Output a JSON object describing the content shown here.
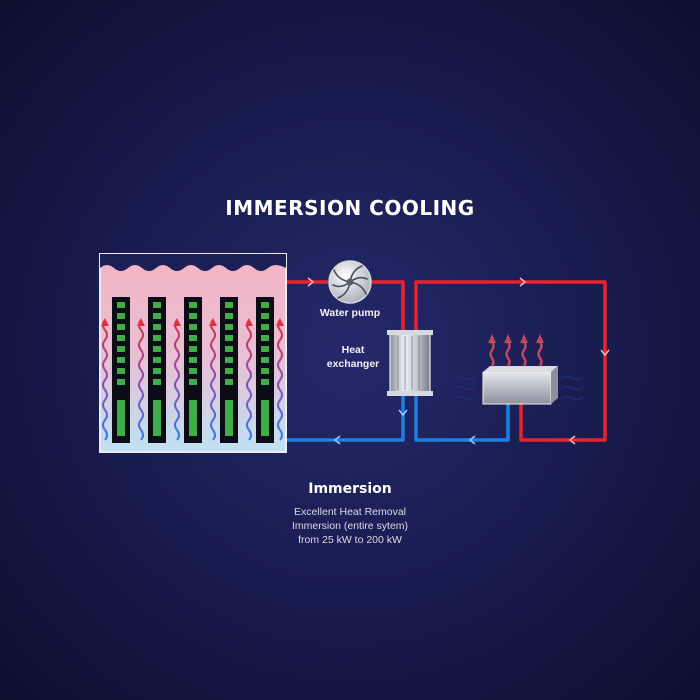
{
  "title": "IMMERSION COOLING",
  "labels": {
    "water_pump": "Water pump",
    "heat_exchanger_line1": "Heat",
    "heat_exchanger_line2": "exchanger"
  },
  "info": {
    "heading": "Immersion",
    "lines": [
      "Excellent Heat Removal",
      "Immersion (entire sytem)",
      "from 25 kW to 200 kW"
    ]
  },
  "colors": {
    "hot_pipe": "#e8232e",
    "cold_pipe": "#1f7fe0",
    "tank_top": "#f0aebf",
    "tank_bottom": "#bfe0f2",
    "server_led": "#3fae49",
    "background": "#1a1d52"
  },
  "icons": [
    "water-pump-icon",
    "heat-exchanger-icon",
    "heat-source-block-icon",
    "server-blade-icon",
    "heat-wave-icon"
  ]
}
